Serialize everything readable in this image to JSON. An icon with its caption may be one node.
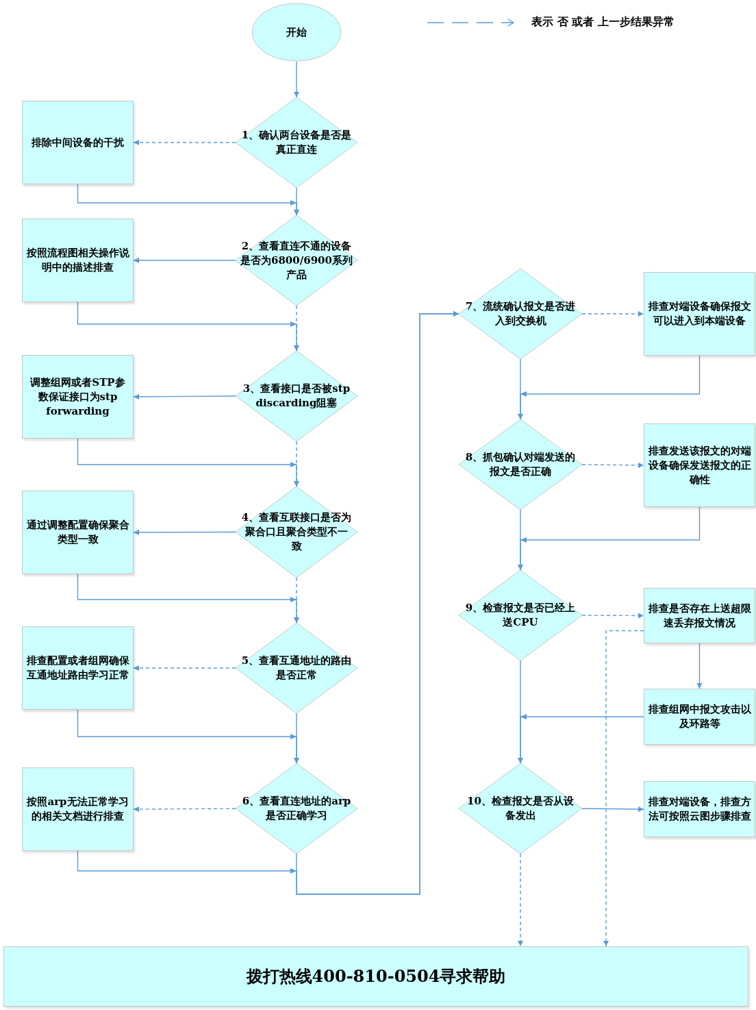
{
  "diagram": {
    "nodes": [
      {
        "text": [
          "开始"
        ]
      },
      {
        "text": [
          "1、确认两台设备是否是真正直连"
        ]
      },
      {
        "text": [
          "排除中间设备的干扰"
        ]
      },
      {
        "text": [
          "2、查看直连不通的设备是否为6800/6900系列产品"
        ]
      },
      {
        "text": [
          "按照流程图相关操作说明中的描述排查"
        ]
      },
      {
        "text": [
          "3、查看接口是否被stp discarding阻塞"
        ]
      },
      {
        "text": [
          "调整组网或者STP参数保证接口为stp forwarding"
        ]
      },
      {
        "text": [
          "4、查看互联接口是否为聚合口且聚合类型不一致"
        ]
      },
      {
        "text": [
          "通过调整配置确保聚合类型一致"
        ]
      },
      {
        "text": [
          "5、查看互通地址的路由是否正常"
        ]
      },
      {
        "text": [
          "排查配置或者组网确保互通地址路由学习正常"
        ]
      },
      {
        "text": [
          "6、查看直连地址的arp是否正确学习"
        ]
      },
      {
        "text": [
          "按照arp无法正常学习的相关文档进行排查"
        ]
      },
      {
        "text": [
          "7、流统确认报文是否进入到交换机"
        ]
      },
      {
        "text": [
          "排查对端设备确保报文可以进入到本端设备"
        ]
      },
      {
        "text": [
          "8、抓包确认对端发送的报文是否正确"
        ]
      },
      {
        "text": [
          "排查发送该报文的对端设备确保发送报文的正确性"
        ]
      },
      {
        "text": [
          "9、检查报文是否已经上送CPU"
        ]
      },
      {
        "text": [
          "排查是否存在上送超限速丢弃报文情况"
        ]
      },
      {
        "text": [
          "排查组网中报文攻击以及环路等"
        ]
      },
      {
        "text": [
          "10、检查报文是否从设备发出"
        ]
      },
      {
        "text": [
          "排查对端设备，排查方法可按照云图步骤排查"
        ]
      },
      {
        "text": [
          "拨打热线400-810-0504寻求帮助"
        ]
      }
    ],
    "edges": [
      {
        "from": 0,
        "to": 1,
        "arrow": "to"
      },
      {
        "from": 1,
        "to": 2,
        "arrow": "to",
        "style": "dashed"
      },
      {
        "from": 2,
        "to": 3,
        "arrow": "to"
      },
      {
        "from": 1,
        "to": 3,
        "arrow": "to"
      },
      {
        "from": 3,
        "to": 4,
        "arrow": "to"
      },
      {
        "from": 4,
        "to": 5,
        "arrow": "to"
      },
      {
        "from": 3,
        "to": 5,
        "arrow": "to",
        "style": "dashed"
      },
      {
        "from": 5,
        "to": 6,
        "arrow": "to"
      },
      {
        "from": 6,
        "to": 7,
        "arrow": "to"
      },
      {
        "from": 5,
        "to": 7,
        "arrow": "to",
        "style": "dashed"
      },
      {
        "from": 7,
        "to": 8,
        "arrow": "to"
      },
      {
        "from": 8,
        "to": 9,
        "arrow": "to"
      },
      {
        "from": 7,
        "to": 9,
        "arrow": "to",
        "style": "dashed"
      },
      {
        "from": 9,
        "to": 10,
        "arrow": "to",
        "style": "dashed"
      },
      {
        "from": 10,
        "to": 11,
        "arrow": "to"
      },
      {
        "from": 9,
        "to": 11,
        "arrow": "to"
      },
      {
        "from": 11,
        "to": 12,
        "arrow": "to",
        "style": "dashed"
      },
      {
        "from": 12,
        "to": 13,
        "arrow": "to"
      },
      {
        "from": 11,
        "to": 13,
        "arrow": "to"
      },
      {
        "from": 13,
        "to": 14,
        "arrow": "to",
        "style": "dashed"
      },
      {
        "from": 14,
        "to": 15,
        "arrow": "to"
      },
      {
        "from": 13,
        "to": 15,
        "arrow": "to"
      },
      {
        "from": 15,
        "to": 16,
        "arrow": "to",
        "style": "dashed"
      },
      {
        "from": 16,
        "to": 17,
        "arrow": "to"
      },
      {
        "from": 15,
        "to": 17,
        "arrow": "to"
      },
      {
        "from": 17,
        "to": 18,
        "arrow": "to",
        "style": "dashed"
      },
      {
        "from": 18,
        "to": 19,
        "arrow": "to"
      },
      {
        "from": 19,
        "to": 20,
        "arrow": "to"
      },
      {
        "from": 17,
        "to": 20,
        "arrow": "to"
      },
      {
        "from": 18,
        "to": 22,
        "arrow": "to",
        "style": "dashed"
      },
      {
        "from": 20,
        "to": 21,
        "arrow": "to"
      },
      {
        "from": 20,
        "to": 22,
        "arrow": "to",
        "style": "dashed"
      }
    ],
    "legend": [
      {
        "text": "表示 否 或者 上一步结果异常"
      }
    ]
  }
}
